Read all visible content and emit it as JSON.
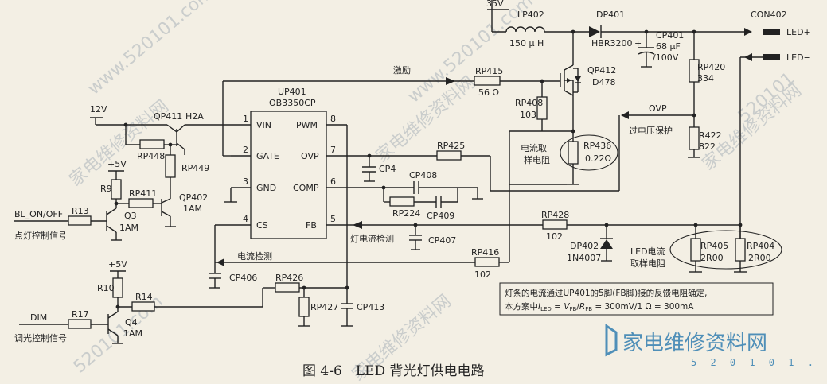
{
  "caption": "图 4-6　LED 背光灯供电电路",
  "ic": {
    "ref": "UP401",
    "part": "OB3350CP",
    "pins_left": [
      {
        "num": "1",
        "name": "VIN"
      },
      {
        "num": "2",
        "name": "GATE"
      },
      {
        "num": "3",
        "name": "GND"
      },
      {
        "num": "4",
        "name": "CS"
      }
    ],
    "pins_right": [
      {
        "num": "8",
        "name": "PWM"
      },
      {
        "num": "7",
        "name": "OVP"
      },
      {
        "num": "6",
        "name": "COMP"
      },
      {
        "num": "5",
        "name": "FB"
      }
    ]
  },
  "labels": {
    "v35": "35V",
    "v12": "12V",
    "p5v_a": "+5V",
    "p5v_b": "+5V",
    "con402": "CON402",
    "led_plus": "LED+",
    "led_minus": "LED−",
    "jili": "激励",
    "ovp": "OVP",
    "ovp_cn": "过电压保护",
    "cur_sense_1": "电流取",
    "cur_sense_2": "样电阻",
    "lamp_cur_detect": "灯电流检测",
    "cur_detect": "电流检测",
    "led_sense_1": "LED电流",
    "led_sense_2": "取样电阻",
    "bl_on": "BL_ON/OFF",
    "bl_on_cn": "点灯控制信号",
    "dim": "DIM",
    "dim_cn": "调光控制信号"
  },
  "components": {
    "lp402": "LP402",
    "lp402_val": "150 μ H",
    "dp401": "DP401",
    "dp401_val": "HBR3200",
    "cp401": "CP401",
    "cp401_val1": "68 μF",
    "cp401_val2": "/100V",
    "qp412": "QP412",
    "qp412_val": "D478",
    "rp420": "RP420",
    "rp420_val": "334",
    "rp422": "R422",
    "rp422_val": "822",
    "rp415": "RP415",
    "rp415_val": "56 Ω",
    "rp408": "RP408",
    "rp408_val": "103",
    "rp436": "RP436",
    "rp436_val": "0.22Ω",
    "qp411": "QP411",
    "qp411_val": "H2A",
    "rp448": "RP448",
    "rp449": "RP449",
    "r9": "R9",
    "rp411": "RP411",
    "qp402": "QP402",
    "qp402_val": "1AM",
    "q3": "Q3",
    "q3_val": "1AM",
    "r13": "R13",
    "cp4": "CP4",
    "rp425": "RP425",
    "cp408": "CP408",
    "rp224": "RP224",
    "cp409": "CP409",
    "rp428": "RP428",
    "rp428_val": "102",
    "cp407": "CP407",
    "dp402": "DP402",
    "dp402_val": "1N4007",
    "rp416": "RP416",
    "rp416_val": "102",
    "rp405": "RP405",
    "rp405_val": "2R00",
    "rp404": "RP404",
    "rp404_val": "2R00",
    "cp406": "CP406",
    "rp426": "RP426",
    "rp427": "RP427",
    "cp413": "CP413",
    "r10": "R10",
    "r14": "R14",
    "r17": "R17",
    "q4": "Q4",
    "q4_val": "1AM"
  },
  "note": {
    "line1": "灯条的电流通过UP401的5脚(FB脚)接的反馈电阻确定,",
    "line2_pre": "本方案中",
    "i_led": "I",
    "i_led_sub": "LED",
    "eq1": " = ",
    "v_fb": "V",
    "v_fb_sub": "FB",
    "slash": "/",
    "r_fb": "R",
    "r_fb_sub": "FB",
    "line2_post": " = 300mV/1 Ω = 300mA"
  },
  "watermark": {
    "brand": "家电维修资料网",
    "url": "5 2 0 1 0 1 . c o m",
    "diag_1": "家电维修资料网",
    "diag_2": "家电维修资料网",
    "diag_3": "www.520101.com",
    "diag_4": "家电维修资料网",
    "diag_5": "520101.com",
    "diag_6": "www.520101.com",
    "diag_7": "520101",
    "diag_8": "家电维修资料网"
  }
}
